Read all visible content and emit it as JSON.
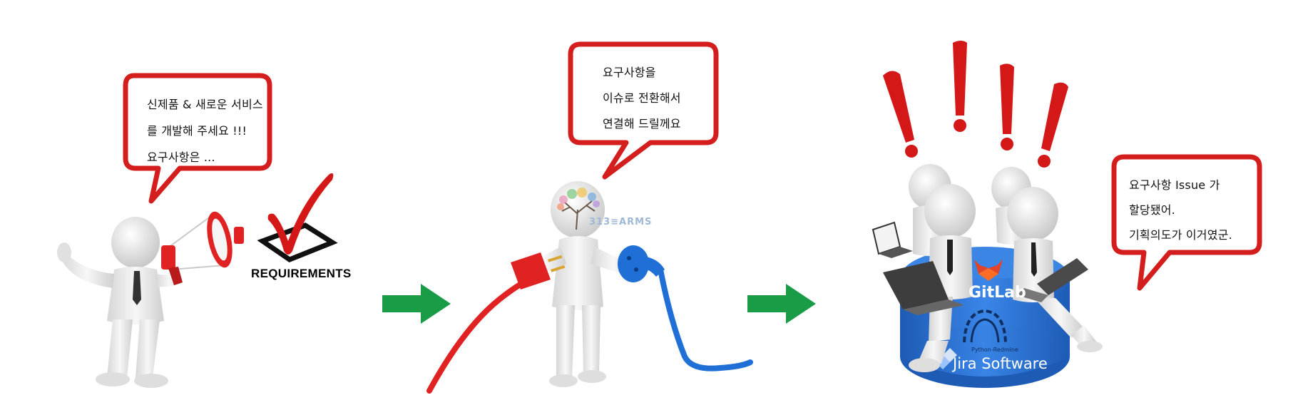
{
  "panel1": {
    "bubble_lines": [
      "신제품 & 새로운 서비스",
      "를 개발해 주세요 !!!",
      "요구사항은 ..."
    ],
    "checkbox_label": "REQUIREMENTS"
  },
  "panel2": {
    "bubble_lines": [
      "요구사항을",
      "이슈로 전환해서",
      "연결해 드릴께요"
    ],
    "head_mark": "313≡ARMS"
  },
  "panel3": {
    "bubble_lines": [
      "요구사항 Issue 가",
      "할당됐어.",
      "기획의도가 이거였군."
    ],
    "logos": {
      "gitlab": "GitLab",
      "redmine": "Python-Redmine",
      "jira": "Jira Software"
    }
  },
  "colors": {
    "bubble_border": "#d41e1e",
    "arrow": "#1a9b45",
    "plug_red": "#e02222",
    "plug_blue": "#1f6fd6",
    "cylinder": "#2a6fd0",
    "exclamation": "#d41717"
  }
}
